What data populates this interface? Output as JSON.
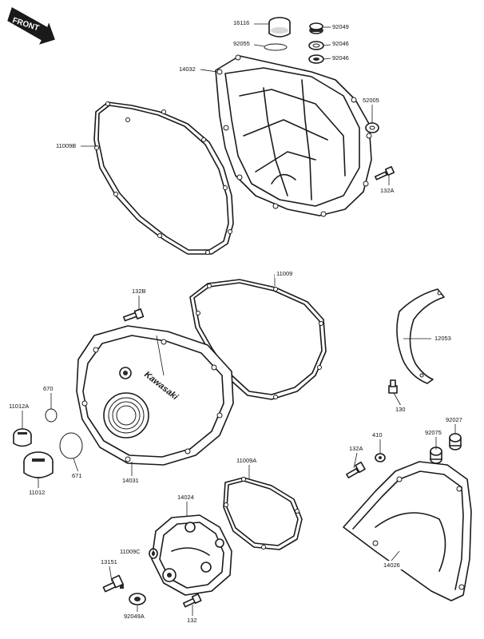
{
  "front_label": "FRONT",
  "brand_mark": "Kawasaki",
  "callouts": {
    "c16116": "16116",
    "c92049": "92049",
    "c92055": "92055",
    "c92046a": "92046",
    "c92046b": "92046",
    "c14032": "14032",
    "c52005": "52005",
    "c11009B": "11009B",
    "c132A_top": "132A",
    "c11009": "11009",
    "c132B": "132B",
    "c12053": "12053",
    "c670": "670",
    "c11012A": "11012A",
    "c130": "130",
    "c92027": "92027",
    "c410": "410",
    "c92075": "92075",
    "c132A_mid": "132A",
    "c671": "671",
    "c11012": "11012",
    "c14031": "14031",
    "c11009A": "11009A",
    "c14024": "14024",
    "c11009C": "11009C",
    "c13151": "13151",
    "c14026": "14026",
    "c92049A": "92049A",
    "c132": "132"
  }
}
